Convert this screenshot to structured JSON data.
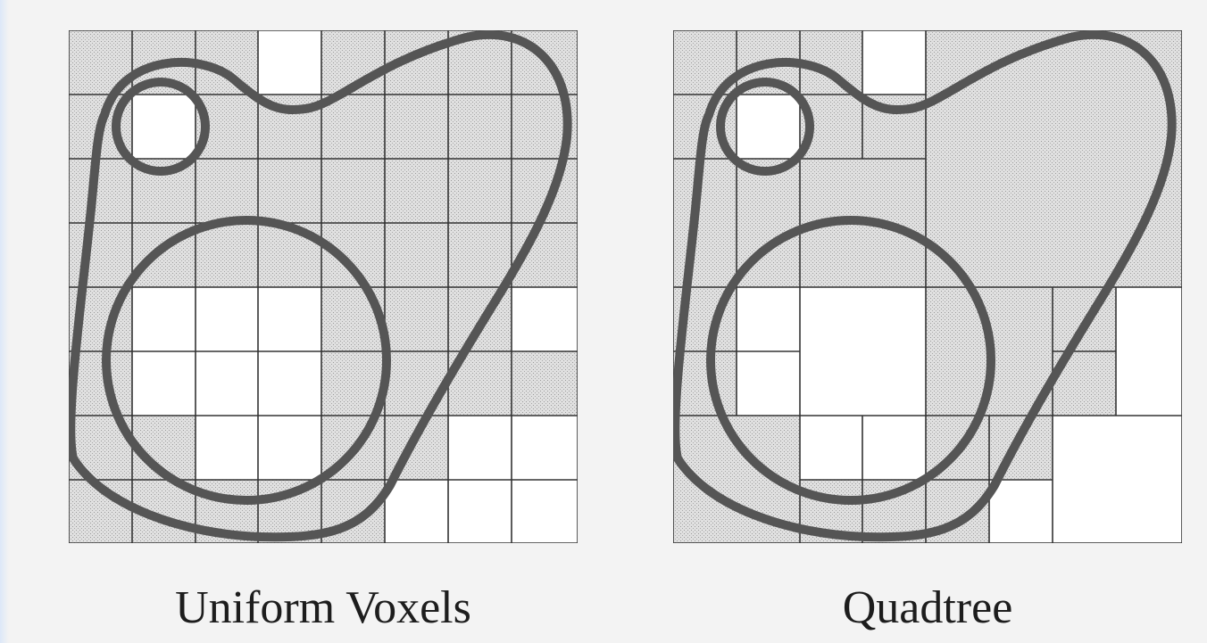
{
  "figure": {
    "panels": [
      {
        "id": "uniform",
        "caption": "Uniform Voxels"
      },
      {
        "id": "quadtree",
        "caption": "Quadtree"
      }
    ],
    "colors": {
      "background": "#f3f3f3",
      "occupied_cell": "#dcdcdc",
      "free_cell": "#ffffff",
      "grid_line": "#333333",
      "shape_outline": "#555555"
    }
  }
}
